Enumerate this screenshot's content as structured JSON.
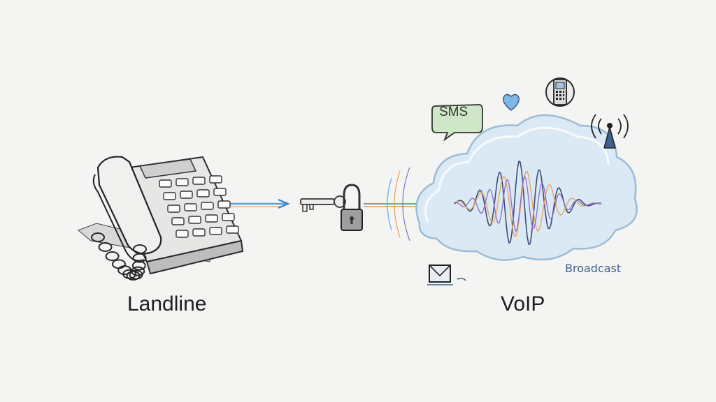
{
  "diagram": {
    "left": {
      "label": "Landline",
      "icon": "landline-phone-icon"
    },
    "connector": {
      "icons": [
        "key-icon",
        "padlock-icon"
      ]
    },
    "right": {
      "label": "VoIP",
      "icon": "cloud-icon",
      "annotations": {
        "sms": "SMS",
        "broadcast": "Broadcast",
        "icons": [
          "heart-icon",
          "mobile-phone-icon",
          "antenna-icon",
          "envelope-icon"
        ]
      }
    },
    "colors": {
      "line_blue": "#5aa2d8",
      "line_orange": "#e8a255",
      "wave_purple": "#8f6cc7",
      "cloud_fill": "#dbe9f5",
      "speech_bubble": "#cfe6c8",
      "heart": "#7fb6e3"
    }
  }
}
